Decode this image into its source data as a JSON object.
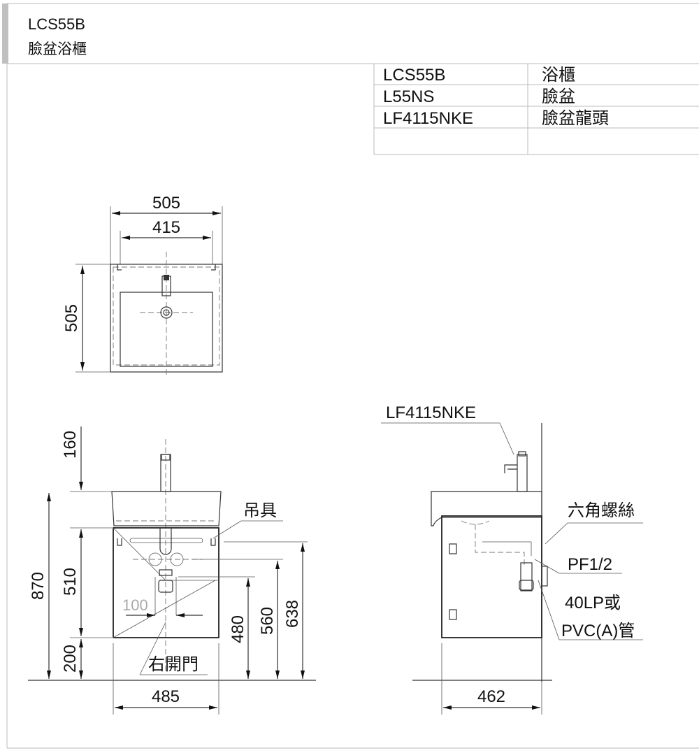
{
  "header": {
    "model": "LCS55B",
    "title": "臉盆浴櫃"
  },
  "parts_table": {
    "rows": [
      {
        "code": "LCS55B",
        "name": "浴櫃"
      },
      {
        "code": "L55NS",
        "name": "臉盆"
      },
      {
        "code": "LF4115NKE",
        "name": "臉盆龍頭"
      },
      {
        "code": "",
        "name": ""
      }
    ]
  },
  "top_view": {
    "width_outer": "505",
    "width_inner": "415",
    "depth": "505"
  },
  "front_view": {
    "faucet_height": "160",
    "total_height": "870",
    "cabinet_height": "510",
    "floor_clearance": "200",
    "drain_offset": "100",
    "height_480": "480",
    "height_560": "560",
    "height_638": "638",
    "width": "485",
    "hanger_label": "吊具",
    "door_label": "右開門"
  },
  "side_view": {
    "faucet_model": "LF4115NKE",
    "depth": "462",
    "hex_screw_label": "六角螺絲",
    "pf_label": "PF1/2",
    "drain_label_1": "40LP或",
    "drain_label_2": "PVC(A)管"
  }
}
